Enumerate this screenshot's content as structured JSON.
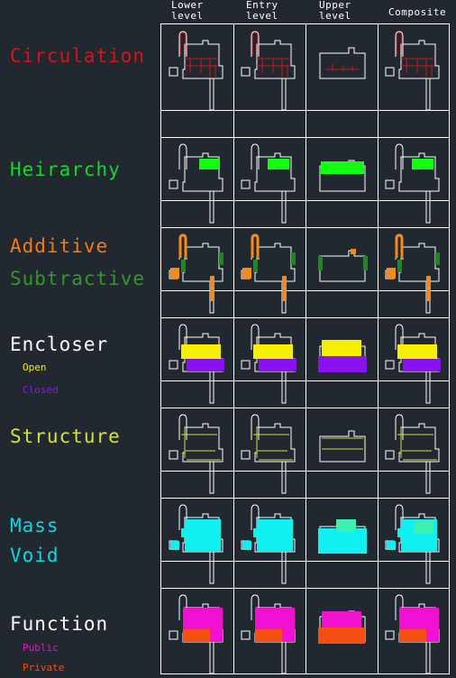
{
  "columns": [
    {
      "line1": "Lower",
      "line2": "level"
    },
    {
      "line1": "Entry",
      "line2": "level"
    },
    {
      "line1": "Upper",
      "line2": "level"
    },
    {
      "line1": "Composite",
      "line2": ""
    }
  ],
  "rows": [
    {
      "id": "circulation",
      "labels": [
        "Circulation"
      ],
      "color": "#d01818",
      "legend": []
    },
    {
      "id": "hierarchy",
      "labels": [
        "Heirarchy"
      ],
      "color": "#12d92a",
      "legend": []
    },
    {
      "id": "additive",
      "labels": [
        "Additive",
        "Subtractive"
      ],
      "colors": [
        "#f47b12",
        "#2f9a28"
      ],
      "legend": []
    },
    {
      "id": "encloser",
      "labels": [
        "Encloser"
      ],
      "color": "#ffffff",
      "legend": [
        {
          "text": "Open",
          "color": "#f2ef0a"
        },
        {
          "text": "Closed",
          "color": "#8b1ee6"
        }
      ]
    },
    {
      "id": "structure",
      "labels": [
        "Structure"
      ],
      "color": "#d5e03a",
      "legend": []
    },
    {
      "id": "mass",
      "labels": [
        "Mass",
        "Void"
      ],
      "color": "#12d6de",
      "legend": []
    },
    {
      "id": "function",
      "labels": [
        "Function"
      ],
      "color": "#ffffff",
      "legend": [
        {
          "text": "Public",
          "color": "#ee12c8"
        },
        {
          "text": "Private",
          "color": "#f4501a"
        }
      ]
    }
  ],
  "colors": {
    "background": "#212830",
    "grid": "#ffffff",
    "circulation": "#d01818",
    "hierarchy": "#12ff12",
    "additive": "#f48a1a",
    "subtractive": "#1e8a1e",
    "open": "#f5f000",
    "closed": "#8a12f0",
    "structure": "#d5e03a",
    "mass": "#10f0f0",
    "void": "#3ef0b0",
    "public": "#f012d0",
    "private": "#f45010"
  }
}
